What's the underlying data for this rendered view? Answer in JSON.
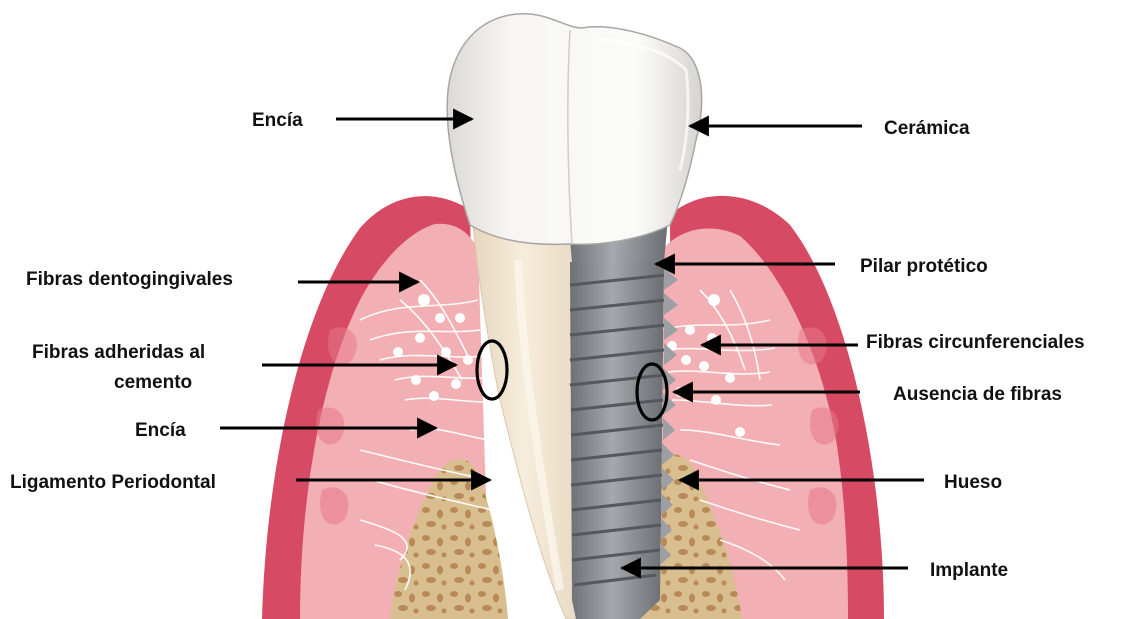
{
  "labels": {
    "enc_top": "Encía",
    "ceramica": "Cerámica",
    "fibras_dento": "Fibras dentogingivales",
    "pilar": "Pilar protético",
    "fibras_adh_1": "Fibras adheridas al",
    "fibras_adh_2": "cemento",
    "fibras_circ": "Fibras circunferenciales",
    "ausencia": "Ausencia de fibras",
    "enc_mid": "Encía",
    "ligamento": "Ligamento Periodontal",
    "hueso": "Hueso",
    "implante": "Implante"
  },
  "colors": {
    "gum_dark": "#d64a63",
    "gum_light": "#f3b0b4",
    "gum_inner": "#f9cfcf",
    "bone": "#d9bf8f",
    "bone_spot": "#b98a58",
    "enamel": "#f4f3f1",
    "root": "#f2e5cf",
    "implant": "#8a8d91",
    "implant_dark": "#5e6165",
    "fiber": "#ffffff",
    "arrow": "#000000"
  }
}
